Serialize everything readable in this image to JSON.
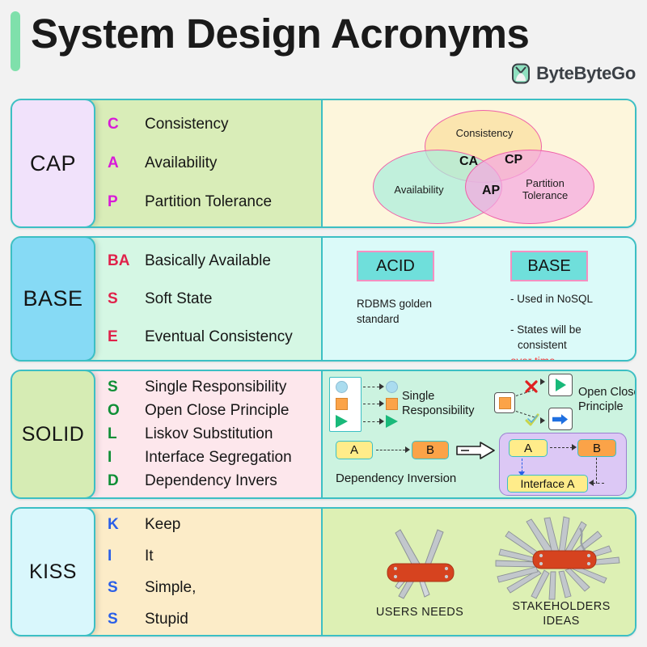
{
  "header": {
    "title": "System Design Acronyms",
    "brand": "ByteByteGo",
    "accent_bar_color": "#7fe0ab",
    "page_background": "#f2f2f2"
  },
  "cards": [
    {
      "id": "cap",
      "acronym": "CAP",
      "chip_bg": "#f1e2fb",
      "left_bg": "#d9edb8",
      "right_bg": "#fdf6dc",
      "key_color": "#d81ad8",
      "items": [
        {
          "key": "C",
          "value": "Consistency"
        },
        {
          "key": "A",
          "value": "Availability"
        },
        {
          "key": "P",
          "value": "Partition Tolerance"
        }
      ]
    },
    {
      "id": "base",
      "acronym": "BASE",
      "chip_bg": "#86daf5",
      "left_bg": "#d5f7e4",
      "right_bg": "#dbfaf9",
      "key_color": "#e0224a",
      "items": [
        {
          "key": "BA",
          "value": "Basically Available"
        },
        {
          "key": "S",
          "value": "Soft State"
        },
        {
          "key": "E",
          "value": "Eventual Consistency"
        }
      ]
    },
    {
      "id": "solid",
      "acronym": "SOLID",
      "chip_bg": "#d6ecb4",
      "left_bg": "#fde7ec",
      "right_bg": "#ccf3e0",
      "key_color": "#0f8f36",
      "items": [
        {
          "key": "S",
          "value": "Single Responsibility"
        },
        {
          "key": "O",
          "value": "Open Close Principle"
        },
        {
          "key": "L",
          "value": "Liskov Substitution"
        },
        {
          "key": "I",
          "value": "Interface Segregation"
        },
        {
          "key": "D",
          "value": "Dependency Invers"
        }
      ]
    },
    {
      "id": "kiss",
      "acronym": "KISS",
      "chip_bg": "#d9f7fc",
      "left_bg": "#fcecc8",
      "right_bg": "#ddf0b4",
      "key_color": "#2a5fe8",
      "items": [
        {
          "key": "K",
          "value": "Keep"
        },
        {
          "key": "I",
          "value": "It"
        },
        {
          "key": "S",
          "value": "Simple,"
        },
        {
          "key": "S",
          "value": "Stupid"
        }
      ]
    }
  ],
  "cap_venn": {
    "circles": [
      {
        "label": "Consistency",
        "fill": "#fbe3a8",
        "border": "#ef5fa8"
      },
      {
        "label": "Availability",
        "fill": "#a9eddd",
        "border": "#ef5fa8"
      },
      {
        "label": "Partition Tolerance",
        "fill": "#f4a8e0",
        "border": "#ef5fa8"
      }
    ],
    "intersections": [
      {
        "label": "CA"
      },
      {
        "label": "CP"
      },
      {
        "label": "AP"
      }
    ]
  },
  "base_diagram": {
    "left": {
      "tag": "ACID",
      "note": "RDBMS golden\nstandard"
    },
    "right": {
      "tag": "BASE",
      "note_lines": [
        "- Used in NoSQL",
        "- States will be",
        "  consistent"
      ],
      "highlight": "over time",
      "highlight_color": "#fa3c3c"
    },
    "tag_fill": "#6fdfdb",
    "tag_border": "#f58fc0"
  },
  "solid_diagram": {
    "srp_label": "Single\nResponsibility",
    "ocp_label": "Open Close\nPrinciple",
    "di_label": "Dependency Inversion",
    "nodes": {
      "a": "A",
      "b": "B",
      "interface": "Interface A"
    },
    "colors": {
      "circle": "#aadcef",
      "square": "#fba348",
      "triangle": "#19b97a",
      "node_a": "#ffec8a",
      "node_b": "#fba348",
      "panel": "#dcc8f5",
      "forbidden": "#e02020",
      "allowed": "#1f6fe0"
    }
  },
  "kiss_diagram": {
    "left_caption": "USERS NEEDS",
    "right_caption": "STAKEHOLDERS\nIDEAS",
    "knife_body_color": "#d6431f",
    "blade_color": "#b9bec4"
  }
}
